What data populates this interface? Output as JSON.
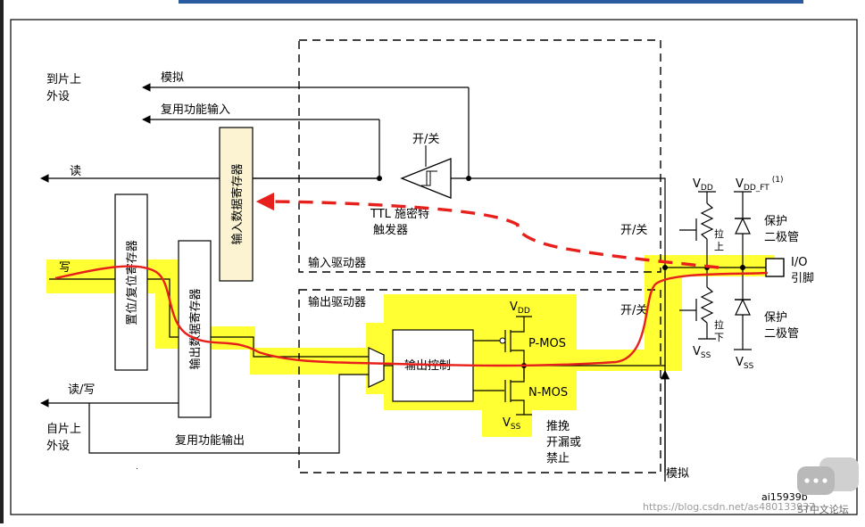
{
  "labels": {
    "to_onchip_peripheral": [
      "到片上",
      "外设"
    ],
    "analog": "模拟",
    "alt_func_input": "复用功能输入",
    "read": "读",
    "write": "写",
    "read_write": "读/写",
    "from_onchip_peripheral": [
      "自片上",
      "外设"
    ],
    "alt_func_output": "复用功能输出",
    "input_data_register": "输入数据寄存器",
    "bit_set_reset_register": "置位/复位寄存器",
    "output_data_register": "输出数据寄存器",
    "on_off_trigger": "开/关",
    "ttl_schmitt": [
      "TTL 施密特",
      "触发器"
    ],
    "input_driver": "输入驱动器",
    "output_driver": "输出驱动器",
    "vdd": "V",
    "vdd_sub": "DD",
    "vdd_ft_sub": "DD_FT",
    "vdd_ft_note": "(1)",
    "vss": "V",
    "vss_sub": "SS",
    "on_off_pullup": "开/关",
    "on_off_pulldown": "开/关",
    "pull_up": [
      "拉",
      "上"
    ],
    "pull_down": [
      "拉",
      "下"
    ],
    "protection_diode": [
      "保护",
      "二极管"
    ],
    "io_pin": [
      "I/O",
      "引脚"
    ],
    "output_control": "输出控制",
    "pmos": "P-MOS",
    "nmos": "N-MOS",
    "pushpull_opendrain": [
      "推挽",
      "开漏或",
      "禁止"
    ],
    "analog_bottom": "模拟",
    "figure_id": "ai15939b",
    "footer_label": "ST中文论坛",
    "watermark": "https://blog.csdn.net/as480133937"
  },
  "colors": {
    "highlight": "#ffff33",
    "red_path": "#e8201c",
    "dashed_arrow": "#e8201c",
    "register_fill": "#fbf3d2"
  }
}
